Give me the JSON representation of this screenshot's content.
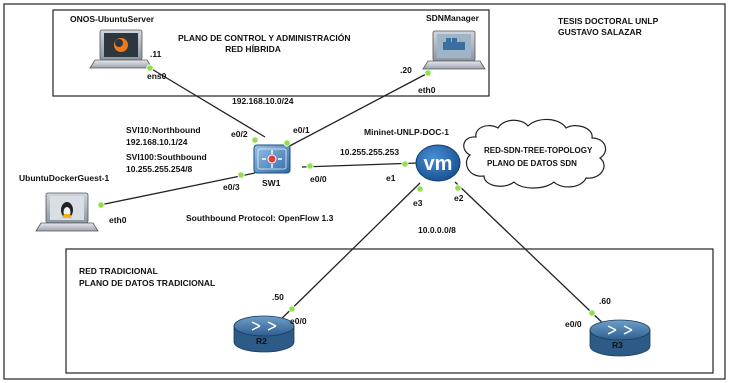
{
  "thesis": {
    "line1": "TESIS DOCTORAL UNLP",
    "line2": "GUSTAVO SALAZAR"
  },
  "control_plane": {
    "title1": "PLANO DE CONTROL Y ADMINISTRACIÓN",
    "title2": "RED HÍBRIDA",
    "subnet": "192.168.10.0/24"
  },
  "traditional": {
    "title1": "RED TRADICIONAL",
    "title2": "PLANO DE DATOS TRADICIONAL",
    "subnet": "10.0.0.0/8"
  },
  "cloud": {
    "line1": "RED-SDN-TREE-TOPOLOGY",
    "line2": "PLANO DE DATOS SDN"
  },
  "nodes": {
    "onos": {
      "name": "ONOS-UbuntuServer",
      "ip": ".11",
      "iface": "ens0"
    },
    "sdnmanager": {
      "name": "SDNManager",
      "ip": ".20",
      "iface": "eth0"
    },
    "docker": {
      "name": "UbuntuDockerGuest-1",
      "iface": "eth0"
    },
    "sw1": {
      "name": "SW1",
      "svi10_name": "SVI10:Northbound",
      "svi10_ip": "192.168.10.1/24",
      "svi100_name": "SVI100:Southbound",
      "svi100_ip": "10.255.255.254/8",
      "e0_0": "e0/0",
      "e0_1": "e0/1",
      "e0_2": "e0/2",
      "e0_3": "e0/3",
      "protocol": "Southbound Protocol: OpenFlow 1.3"
    },
    "mininet": {
      "name": "Mininet-UNLP-DOC-1",
      "ip": "10.255.255.253",
      "badge": "vm",
      "e1": "e1",
      "e2": "e2",
      "e3": "e3"
    },
    "r2": {
      "name": "R2",
      "ip": ".50",
      "iface": "e0/0"
    },
    "r3": {
      "name": "R3",
      "ip": ".60",
      "iface": "e0/0"
    }
  },
  "colors": {
    "port": "#8fe04b",
    "vm_badge": "#1f5fa8",
    "switch": "#3d7ebf",
    "router": "#3f73a6"
  }
}
